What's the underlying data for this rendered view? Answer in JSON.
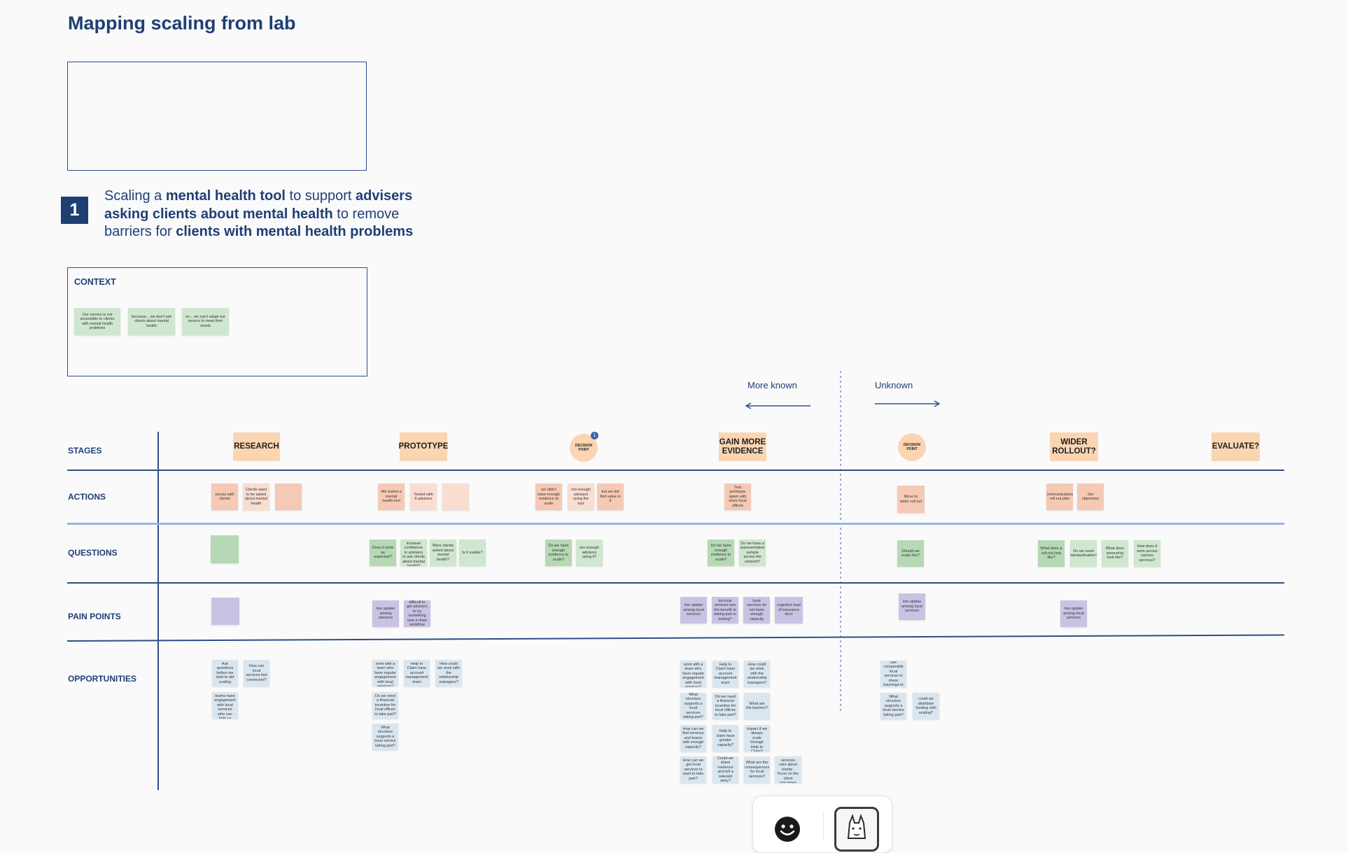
{
  "board": {
    "title": "Mapping scaling from lab",
    "statement": {
      "number": "1",
      "p1": "Scaling a ",
      "b1": "mental health tool",
      "p2": " to support ",
      "b2": "advisers asking clients about mental health",
      "p3": " to remove barriers for ",
      "b3": "clients with mental health problems"
    },
    "context": {
      "label": "CONTEXT",
      "notes": [
        "Our service is not accessible to clients with mental health problems",
        "because... we don't ask clients about mental health",
        "so... we can't adapt our service to meet their needs"
      ]
    },
    "legend": {
      "known": "More known",
      "unknown": "Unknown"
    }
  },
  "rows": {
    "stages": "STAGES",
    "actions": "ACTIONS",
    "questions": "QUESTIONS",
    "pain_points": "PAIN POINTS",
    "opportunities": "OPPORTUNITIES"
  },
  "stages": {
    "research": "RESEARCH",
    "prototype": "PROTOTYPE",
    "decision1": "DECISION POINT",
    "decision1_badge": "1",
    "gain": "GAIN MORE EVIDENCE",
    "decision2": "DECISION POINT",
    "wider": "WIDER ROLLOUT?",
    "evaluate": "EVALUATE?"
  },
  "notes": {
    "actions": [
      "survey with clients",
      "Clients want to be asked about mental health",
      "",
      "We tested a mental health tool",
      "Tested with 6 advisers",
      "",
      "we didn't have enough evidence to scale",
      "not enough advisers using the tool",
      "but we did find value in it",
      "Test prototype again with more local offices",
      "Move to wider roll out",
      "Communications roll out plan",
      "Set objectives"
    ],
    "questions": [
      "",
      "Does it work as expected?",
      "did it increase confidence in advisers to ask clients about mental health?",
      "Were clients asked about mental health?",
      "Is it usable?",
      "Do we have enough evidence to scale?",
      "are enough advisers using it?",
      "Do we have enough evidence to scale?",
      "Do we have a representative sample across the network?",
      "Should we scale this?",
      "What does a roll-out look like?",
      "Do we need standardisation?",
      "What does ownership look like?",
      "How does it work across various services?"
    ],
    "pain_points": [
      "",
      "low uptake among advisers",
      "difficult to get advisers to try something new in their workflow",
      "low uptake among local services",
      "do local services see the benefit in taking part in testing?",
      "local services do not have enough capacity",
      "cognitive load of insurance docs",
      "low uptake among local services",
      "low uptake among local services"
    ],
    "opportunities": [
      "Ask questions before we start to aid scaling",
      "How can local services feel connected?",
      "Which teams have engagement with local services who can help us",
      "Could we work with a team who have regular engagement with local services?",
      "Help to Claim have account management team",
      "How could we work with the relationship managers?",
      "Do we need a financial incentive for local offices to take part?",
      "What structure supports a local service taking part?",
      "Could we work with a team who have regular engagement with local services?",
      "Help to Claim have account management team",
      "How could we work with the relationship managers?",
      "What structure supports a local services taking part?",
      "Do we need a financial incentive for local offices to take part?",
      "What are the barriers?",
      "How can we find services and teams with enough capacity?",
      "Help to claim have greater capacity?",
      "what is the impact if we always scale through Help to Claim?",
      "How can we get local services to want to take part?",
      "Could we share evidence and tell a relevant story?",
      "What are the consequences for local services?",
      "Local services care about clients - focus on the client outcomes",
      "Could we use comparable local services to share learnings to gain more?",
      "What structure supports a local service taking part?",
      "could we distribute funding with scaling?"
    ]
  },
  "colors": {
    "primary": "#1f3f73",
    "action": "#f5c9b4",
    "question": "#cfe6cf",
    "pain": "#c9c3e3",
    "opportunity": "#dae6ef",
    "stage": "#fbd5b2"
  },
  "toolbar": {
    "smile_icon": "smiley-icon",
    "avatar_icon": "mascot-avatar-icon"
  }
}
